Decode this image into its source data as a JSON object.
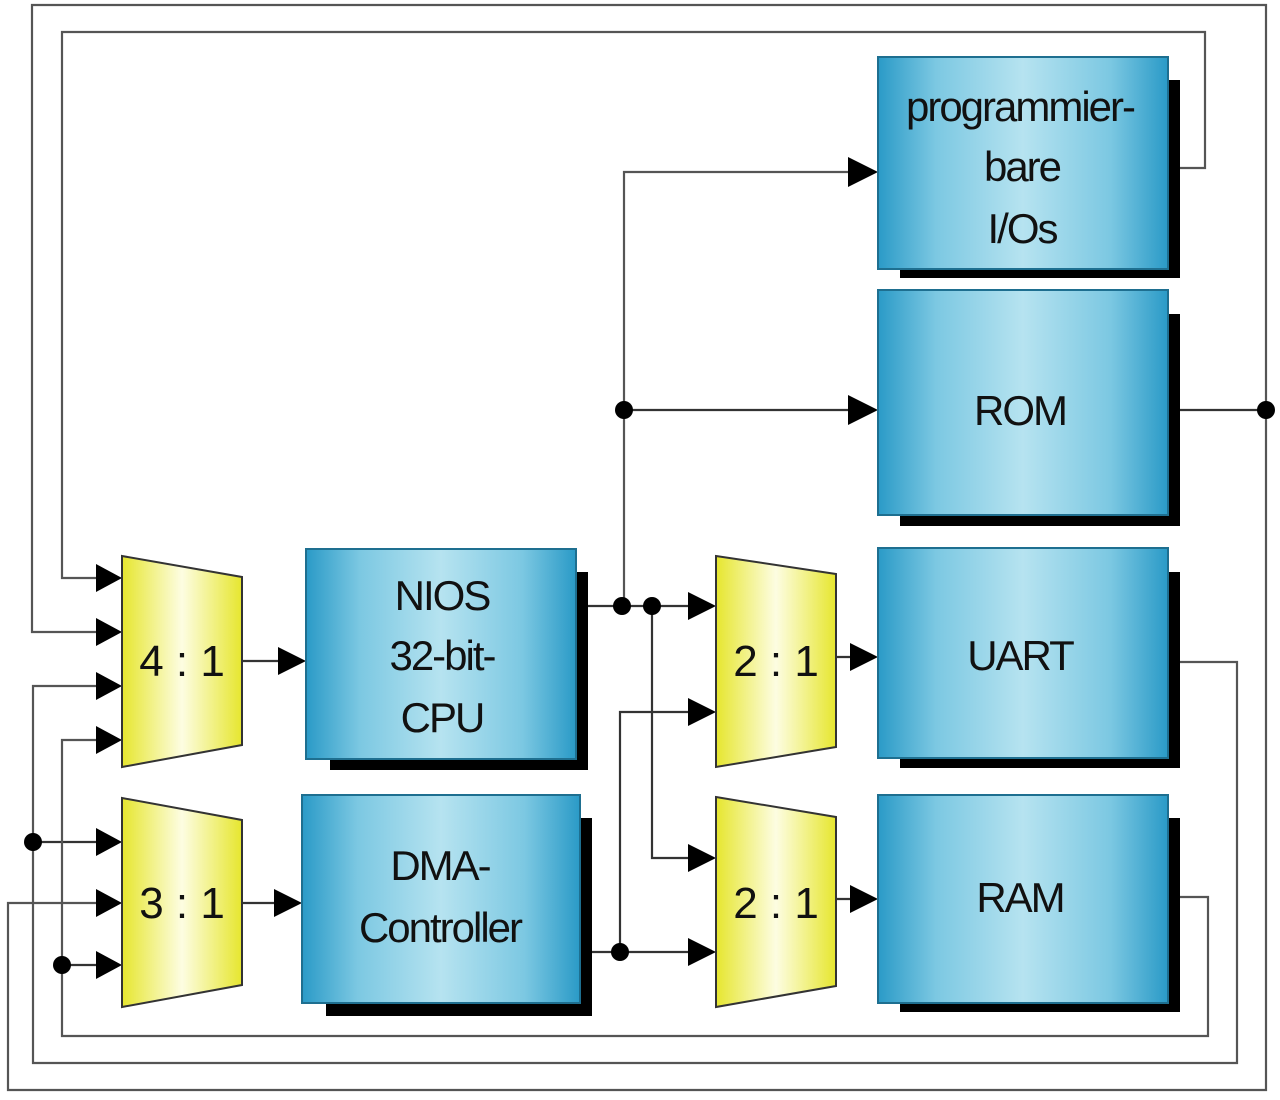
{
  "diagram": {
    "colors": {
      "block_edge": "#2a9ac7",
      "block_center": "#b3e2ef",
      "mux_edge": "#e8e83a",
      "mux_center": "#fdfde0",
      "shadow": "#000000",
      "wire": "#555555",
      "junction": "#000000"
    },
    "blocks": {
      "pio": {
        "lines": [
          "programmier-",
          "bare",
          "I/Os"
        ]
      },
      "rom": {
        "lines": [
          "ROM"
        ]
      },
      "uart": {
        "lines": [
          "UART"
        ]
      },
      "ram": {
        "lines": [
          "RAM"
        ]
      },
      "cpu": {
        "lines": [
          "NIOS",
          "32-bit-",
          "CPU"
        ]
      },
      "dma": {
        "lines": [
          "DMA-",
          "Controller"
        ]
      }
    },
    "muxes": {
      "mux4": {
        "label": "4 : 1",
        "inputs": 4
      },
      "mux3": {
        "label": "3 : 1",
        "inputs": 3
      },
      "mux2a": {
        "label": "2 : 1",
        "inputs": 2
      },
      "mux2b": {
        "label": "2 : 1",
        "inputs": 2
      }
    },
    "connections": [
      {
        "from": "cpu",
        "to": "pio"
      },
      {
        "from": "cpu",
        "to": "rom"
      },
      {
        "from": "cpu",
        "to": "mux2a"
      },
      {
        "from": "cpu",
        "to": "mux2b"
      },
      {
        "from": "dma",
        "to": "mux2a"
      },
      {
        "from": "dma",
        "to": "mux2b"
      },
      {
        "from": "mux2a",
        "to": "uart"
      },
      {
        "from": "mux2b",
        "to": "ram"
      },
      {
        "from": "mux4",
        "to": "cpu"
      },
      {
        "from": "mux3",
        "to": "dma"
      },
      {
        "from": "pio",
        "to": "mux4"
      },
      {
        "from": "rom",
        "to": "mux4"
      },
      {
        "from": "rom",
        "to": "mux3"
      },
      {
        "from": "uart",
        "to": "mux4"
      },
      {
        "from": "uart",
        "to": "mux3"
      },
      {
        "from": "ram",
        "to": "mux4"
      },
      {
        "from": "ram",
        "to": "mux3"
      }
    ]
  }
}
